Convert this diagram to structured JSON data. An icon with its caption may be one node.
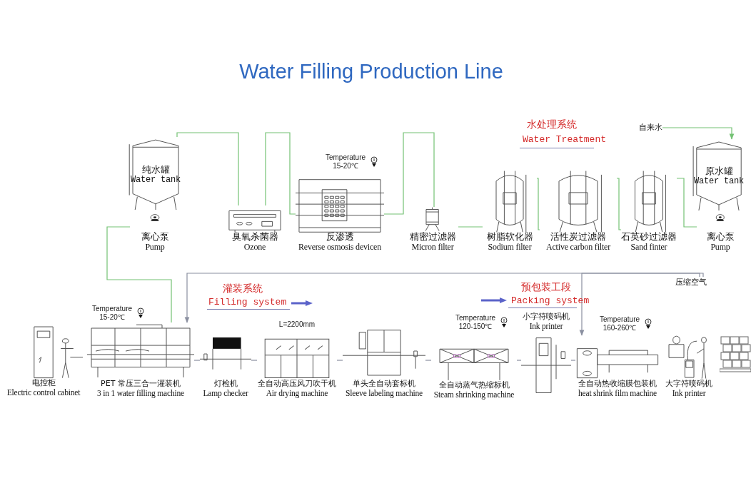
{
  "diagram": {
    "title": "Water Filling Production Line",
    "nodes": [
      {
        "text": [
          "纯水罐",
          "Water tank"
        ]
      },
      {
        "text": [
          "离心泵",
          "Pump"
        ]
      },
      {
        "text": [
          "臭氧杀菌器",
          "Ozone"
        ]
      },
      {
        "text": [
          "反渗透",
          "Reverse osmosis devicen"
        ],
        "beside": [
          "Temperature 15-20℃"
        ]
      },
      {
        "text": [
          "精密过滤器",
          "Micron filter"
        ]
      },
      {
        "text": [
          "树脂软化器",
          "Sodium filter"
        ]
      },
      {
        "text": [
          "活性炭过滤器",
          "Active carbon filter"
        ]
      },
      {
        "text": [
          "石英砂过滤器",
          "Sand finter"
        ]
      },
      {
        "text": [
          "原水罐",
          "Water tank"
        ]
      },
      {
        "text": [
          "离心泵",
          "Pump"
        ]
      },
      {
        "text": [
          "自来水"
        ]
      },
      {
        "text": [
          "电控柜",
          "Electric control cabinet"
        ]
      },
      {
        "text": [
          "PET 常压三合一灌装机",
          "3 in 1 water filling machine"
        ],
        "beside": [
          "Temperature 15-20℃"
        ]
      },
      {
        "text": [
          "灯检机",
          "Lamp checker"
        ]
      },
      {
        "text": [
          "全自动高压风刀吹干机",
          "Air drying machine"
        ],
        "beside": [
          "L=2200mm"
        ]
      },
      {
        "text": [
          "单头全自动套标机",
          "Sleeve labeling machine"
        ]
      },
      {
        "text": [
          "全自动蒸气热缩标机",
          "Steam shrinking machine"
        ],
        "beside": [
          "Temperature 120-150℃"
        ]
      },
      {
        "text": [
          "小字符喷码机",
          "Ink printer"
        ]
      },
      {
        "text": [
          "全自动热收缩膜包装机",
          "heat shrink film machine"
        ],
        "beside": [
          "Temperature 160-260℃"
        ]
      },
      {
        "text": [
          "大字符喷码机",
          "Ink printer"
        ]
      },
      {
        "text": [
          "压缩空气"
        ]
      }
    ],
    "edges": [
      {
        "from": 10,
        "to": 8,
        "arrow": "to"
      },
      {
        "from": 9,
        "to": 7,
        "arrow": "none"
      },
      {
        "from": 7,
        "to": 6,
        "arrow": "none"
      },
      {
        "from": 6,
        "to": 5,
        "arrow": "none"
      },
      {
        "from": 5,
        "to": 4,
        "arrow": "none"
      },
      {
        "from": 4,
        "to": 3,
        "arrow": "none"
      },
      {
        "from": 3,
        "to": 2,
        "arrow": "none"
      },
      {
        "from": 2,
        "to": 0,
        "arrow": "none"
      },
      {
        "from": 1,
        "to": 12,
        "arrow": "none"
      },
      {
        "from": 20,
        "to": 12,
        "arrow": "to",
        "color": "#8a8fa0"
      },
      {
        "from": 20,
        "to": 18,
        "arrow": "to",
        "color": "#8a8fa0"
      },
      {
        "from": 12,
        "to": 13,
        "arrow": "none",
        "color": "#8a8fa0"
      },
      {
        "from": 13,
        "to": 14,
        "arrow": "none",
        "color": "#8a8fa0"
      },
      {
        "from": 14,
        "to": 15,
        "arrow": "none",
        "color": "#8a8fa0"
      },
      {
        "from": 15,
        "to": 16,
        "arrow": "none",
        "color": "#8a8fa0"
      },
      {
        "from": 16,
        "to": 17,
        "arrow": "none",
        "color": "#8a8fa0"
      },
      {
        "from": 17,
        "to": 18,
        "arrow": "none",
        "color": "#8a8fa0"
      }
    ],
    "labels": [
      "水处理系统",
      "Water Treatment",
      "灌装系统",
      "Filling system",
      "预包装工段",
      "Packing system"
    ]
  }
}
